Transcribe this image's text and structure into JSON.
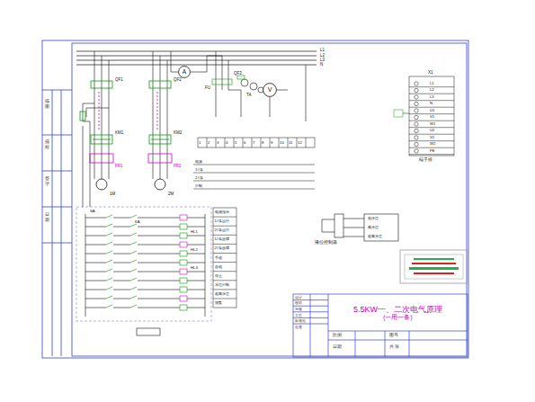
{
  "diagram": {
    "nodes": [
      {
        "text": [
          "A"
        ]
      },
      {
        "text": [
          "V"
        ]
      },
      {
        "text": [
          "5.5KW一、二次电气原理",
          "(一用一备)"
        ]
      }
    ],
    "labels": [
      "L1",
      "L2",
      "L3",
      "N",
      "QF1",
      "QF2",
      "QF3",
      "KM1",
      "KM2",
      "FR1",
      "FR2",
      "1M",
      "2M",
      "TA",
      "FU",
      "1",
      "2",
      "3",
      "4",
      "5",
      "6",
      "7",
      "8",
      "9",
      "10",
      "11",
      "12",
      "电源",
      "1#泵",
      "2#泵",
      "控制",
      "电源指示",
      "1#泵运行",
      "2#泵运行",
      "1#泵故障",
      "2#泵故障",
      "手动",
      "自动",
      "停止",
      "水位控制",
      "超高水位",
      "报警",
      "液位控制器",
      "低水位",
      "高水位",
      "超高水位",
      "X1",
      "L1",
      "L2",
      "L3",
      "N",
      "U1",
      "V1",
      "W1",
      "U2",
      "V2",
      "W2",
      "PE",
      "端子排",
      "描图",
      "描校",
      "签字",
      "日期",
      "设计",
      "校对",
      "审核",
      "工艺",
      "标准化",
      "批准",
      "比例",
      "日期",
      "图号",
      "共 张",
      "SA",
      "KA",
      "HL1",
      "HL2",
      "HL3"
    ]
  }
}
